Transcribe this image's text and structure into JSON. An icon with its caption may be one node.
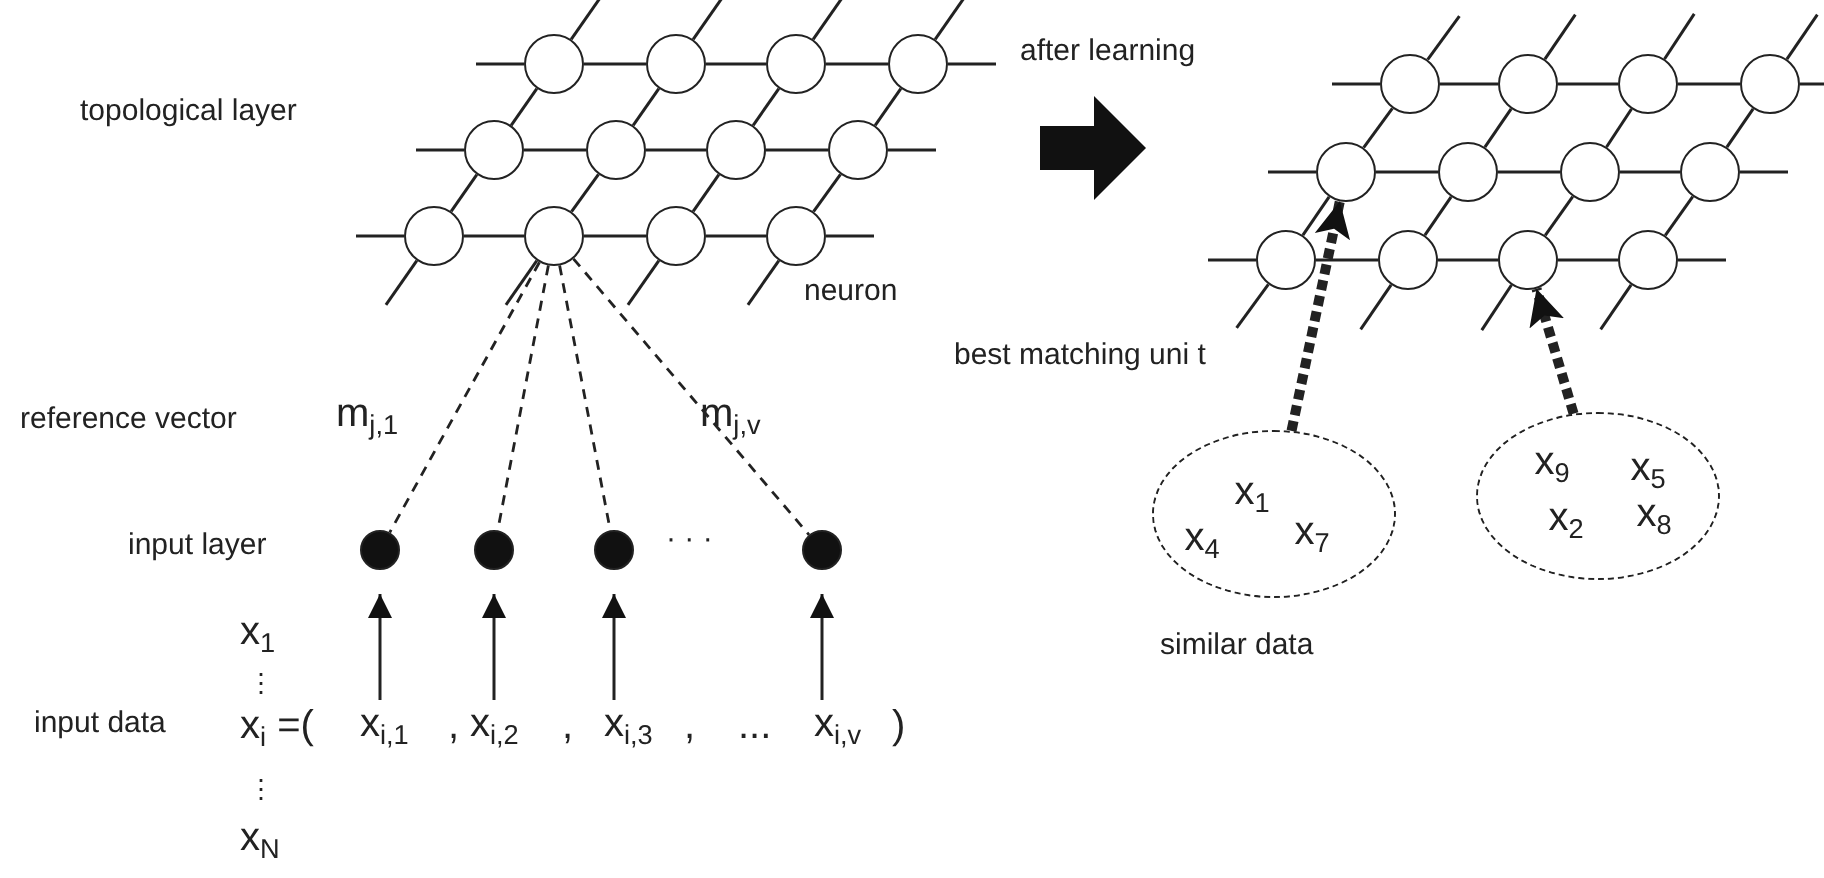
{
  "diagram": {
    "nodes": [
      {
        "text": [],
        "shape": "circle"
      },
      {
        "text": [],
        "shape": "circle"
      },
      {
        "text": [],
        "shape": "circle"
      },
      {
        "text": [],
        "shape": "circle"
      },
      {
        "text": [],
        "shape": "circle"
      },
      {
        "text": [],
        "shape": "circle"
      },
      {
        "text": [],
        "shape": "circle"
      },
      {
        "text": [],
        "shape": "circle"
      },
      {
        "text": [],
        "shape": "circle"
      },
      {
        "text": [],
        "shape": "circle"
      },
      {
        "text": [],
        "shape": "circle"
      },
      {
        "text": [],
        "shape": "circle"
      },
      {
        "text": [],
        "shape": "circle"
      },
      {
        "text": [],
        "shape": "circle"
      },
      {
        "text": [],
        "shape": "circle"
      },
      {
        "text": [],
        "shape": "circle"
      },
      {
        "text": [],
        "shape": "circle"
      },
      {
        "text": [],
        "shape": "circle"
      },
      {
        "text": [],
        "shape": "circle"
      },
      {
        "text": [],
        "shape": "circle"
      },
      {
        "text": [],
        "shape": "circle"
      },
      {
        "text": [],
        "shape": "circle"
      },
      {
        "text": [],
        "shape": "circle"
      },
      {
        "text": [],
        "shape": "circle"
      },
      {
        "text": [],
        "shape": "circle"
      },
      {
        "text": [],
        "shape": "circle"
      },
      {
        "text": [],
        "shape": "circle"
      },
      {
        "text": [],
        "shape": "circle"
      },
      {
        "text": [
          "x$_{1}$",
          "x$_{4}$",
          "x$_{7}$"
        ]
      },
      {
        "text": [
          "x$_{9}$",
          "x$_{5}$",
          "x$_{2}$",
          "x$_{8}$"
        ]
      },
      {
        "text": [
          "x$_{i,1}$"
        ]
      },
      {
        "text": [
          "x$_{i,2}$"
        ]
      },
      {
        "text": [
          "x$_{i,3}$"
        ]
      },
      {
        "text": [
          "x$_{i,v}$"
        ]
      }
    ],
    "edges": [
      {
        "from": 0,
        "to": 1,
        "arrow": "none"
      },
      {
        "from": 1,
        "to": 2,
        "arrow": "none"
      },
      {
        "from": 2,
        "to": 3,
        "arrow": "none"
      },
      {
        "from": 4,
        "to": 5,
        "arrow": "none"
      },
      {
        "from": 5,
        "to": 6,
        "arrow": "none"
      },
      {
        "from": 6,
        "to": 7,
        "arrow": "none"
      },
      {
        "from": 8,
        "to": 9,
        "arrow": "none"
      },
      {
        "from": 9,
        "to": 10,
        "arrow": "none"
      },
      {
        "from": 10,
        "to": 11,
        "arrow": "none"
      },
      {
        "from": 8,
        "to": 4,
        "arrow": "none"
      },
      {
        "from": 9,
        "to": 5,
        "arrow": "none"
      },
      {
        "from": 10,
        "to": 6,
        "arrow": "none"
      },
      {
        "from": 11,
        "to": 7,
        "arrow": "none"
      },
      {
        "from": 4,
        "to": 0,
        "arrow": "none"
      },
      {
        "from": 5,
        "to": 1,
        "arrow": "none"
      },
      {
        "from": 6,
        "to": 2,
        "arrow": "none"
      },
      {
        "from": 7,
        "to": 3,
        "arrow": "none"
      },
      {
        "from": 16,
        "to": 17,
        "arrow": "none"
      },
      {
        "from": 17,
        "to": 18,
        "arrow": "none"
      },
      {
        "from": 18,
        "to": 19,
        "arrow": "none"
      },
      {
        "from": 20,
        "to": 21,
        "arrow": "none"
      },
      {
        "from": 21,
        "to": 22,
        "arrow": "none"
      },
      {
        "from": 22,
        "to": 23,
        "arrow": "none"
      },
      {
        "from": 24,
        "to": 25,
        "arrow": "none"
      },
      {
        "from": 25,
        "to": 26,
        "arrow": "none"
      },
      {
        "from": 26,
        "to": 27,
        "arrow": "none"
      },
      {
        "from": 24,
        "to": 20,
        "arrow": "none"
      },
      {
        "from": 25,
        "to": 21,
        "arrow": "none"
      },
      {
        "from": 26,
        "to": 22,
        "arrow": "none"
      },
      {
        "from": 27,
        "to": 23,
        "arrow": "none"
      },
      {
        "from": 20,
        "to": 16,
        "arrow": "none"
      },
      {
        "from": 21,
        "to": 17,
        "arrow": "none"
      },
      {
        "from": 22,
        "to": 18,
        "arrow": "none"
      },
      {
        "from": 23,
        "to": 19,
        "arrow": "none"
      },
      {
        "from": 9,
        "to": 12,
        "arrow": "none",
        "style": "dashed",
        "label": "m$_{j,1}$"
      },
      {
        "from": 9,
        "to": 13,
        "arrow": "none",
        "style": "dashed"
      },
      {
        "from": 9,
        "to": 14,
        "arrow": "none",
        "style": "dashed"
      },
      {
        "from": 9,
        "to": 15,
        "arrow": "none",
        "style": "dashed",
        "label": "m$_{j,v}$"
      },
      {
        "from": 30,
        "to": 12,
        "arrow": "to"
      },
      {
        "from": 31,
        "to": 13,
        "arrow": "to"
      },
      {
        "from": 32,
        "to": 14,
        "arrow": "to"
      },
      {
        "from": 33,
        "to": 15,
        "arrow": "to"
      },
      {
        "from": 28,
        "to": 20,
        "arrow": "to",
        "style": "dashed"
      },
      {
        "from": 29,
        "to": 26,
        "arrow": "to",
        "style": "dashed"
      }
    ],
    "labels": [
      "topological layer",
      "neuron",
      "reference vector",
      "input layer",
      "x$_{1}$",
      "⋮",
      "input data",
      "x$_{i}$ =(",
      ",",
      ",",
      ",",
      "...",
      ")",
      "⋮",
      "x$_{N}$",
      "· · ·",
      "after learning",
      "best matching uni t",
      "similar data"
    ]
  }
}
